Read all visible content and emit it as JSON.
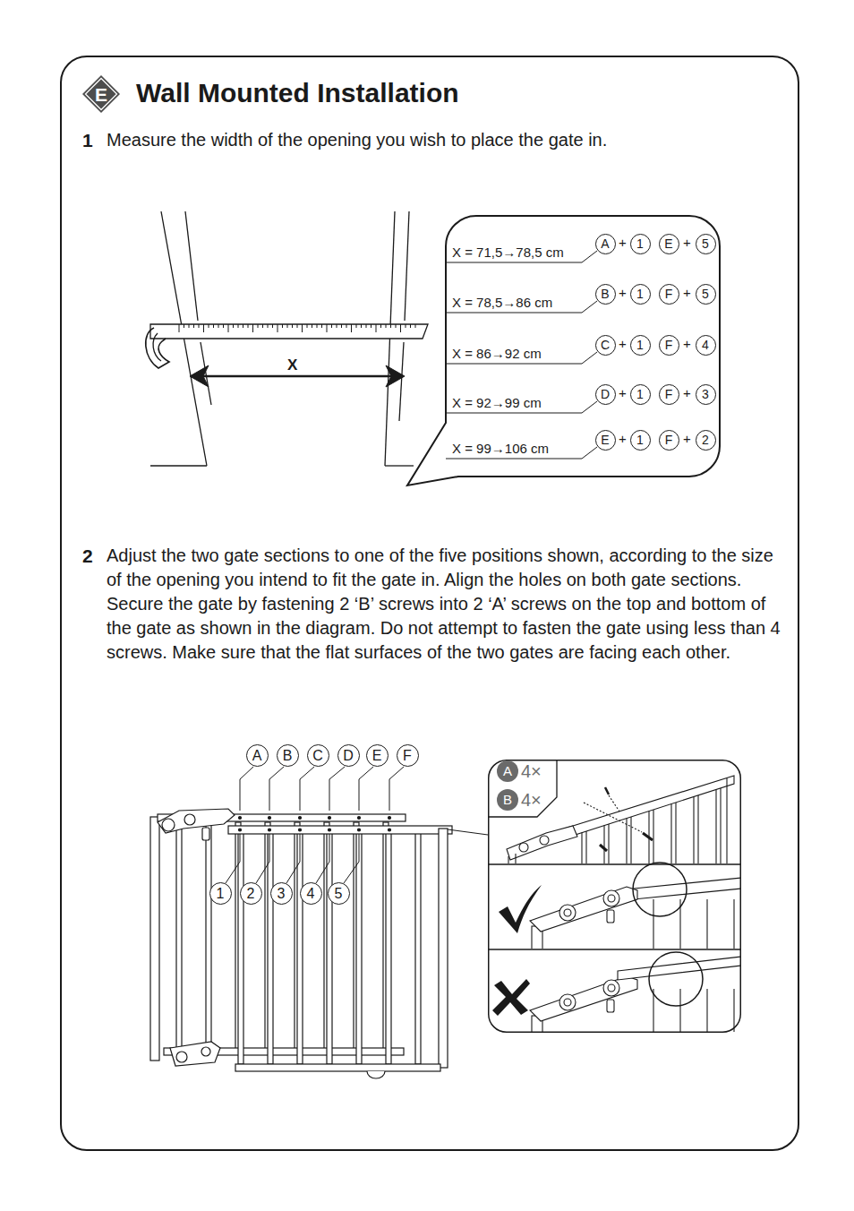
{
  "diagram": {
    "title": "Wall Mounted Installation",
    "nodes": [
      {
        "text": [
          "1",
          "Measure the width of the opening you wish to place the gate in.",
          "2",
          "Adjust the two gate sections to one of the five positions shown, according to the size of the opening you intend to fit the gate in. Align the holes on both gate sections. Secure the gate by fastening 2 ‘B’ screws into 2 ‘A’ screws on the top and bottom of the gate as shown in the diagram. Do not attempt to fasten the gate using less than 4 screws. Make sure that the flat surfaces of the two gates are facing each other."
        ]
      },
      {
        "text": [
          "E"
        ],
        "in": 0
      },
      {
        "text": [
          "X = 71,5→78,5 cm",
          "+",
          "+",
          "X = 78,5→86 cm",
          "+",
          "+",
          "X = 86→92 cm",
          "+",
          "+",
          "X = 92→99 cm",
          "+",
          "+",
          "X = 99→106 cm",
          "+",
          "+"
        ],
        "in": 0
      },
      {
        "text": [
          "A"
        ],
        "in": 2
      },
      {
        "text": [
          "1"
        ],
        "in": 2
      },
      {
        "text": [
          "E"
        ],
        "in": 2
      },
      {
        "text": [
          "5"
        ],
        "in": 2
      },
      {
        "text": [
          "B"
        ],
        "in": 2
      },
      {
        "text": [
          "1"
        ],
        "in": 2
      },
      {
        "text": [
          "F"
        ],
        "in": 2
      },
      {
        "text": [
          "5"
        ],
        "in": 2
      },
      {
        "text": [
          "C"
        ],
        "in": 2
      },
      {
        "text": [
          "1"
        ],
        "in": 2
      },
      {
        "text": [
          "F"
        ],
        "in": 2
      },
      {
        "text": [
          "4"
        ],
        "in": 2
      },
      {
        "text": [
          "D"
        ],
        "in": 2
      },
      {
        "text": [
          "1"
        ],
        "in": 2
      },
      {
        "text": [
          "F"
        ],
        "in": 2
      },
      {
        "text": [
          "3"
        ],
        "in": 2
      },
      {
        "text": [
          "E"
        ],
        "in": 2
      },
      {
        "text": [
          "1"
        ],
        "in": 2
      },
      {
        "text": [
          "F"
        ],
        "in": 2
      },
      {
        "text": [
          "2"
        ],
        "in": 2
      },
      {
        "text": [
          "A"
        ],
        "in": 0
      },
      {
        "text": [
          "B"
        ],
        "in": 0
      },
      {
        "text": [
          "C"
        ],
        "in": 0
      },
      {
        "text": [
          "D"
        ],
        "in": 0
      },
      {
        "text": [
          "E"
        ],
        "in": 0
      },
      {
        "text": [
          "F"
        ],
        "in": 0
      },
      {
        "text": [
          "4×",
          "4×"
        ],
        "in": 0
      },
      {
        "text": [
          "A"
        ],
        "in": 29
      },
      {
        "text": [
          "B"
        ],
        "in": 29
      },
      {
        "text": [
          "1"
        ],
        "in": 0
      },
      {
        "text": [
          "2"
        ],
        "in": 0
      },
      {
        "text": [
          "3"
        ],
        "in": 0
      },
      {
        "text": [
          "4"
        ],
        "in": 0
      },
      {
        "text": [
          "5"
        ],
        "in": 0
      }
    ],
    "labels": [
      "X"
    ]
  }
}
